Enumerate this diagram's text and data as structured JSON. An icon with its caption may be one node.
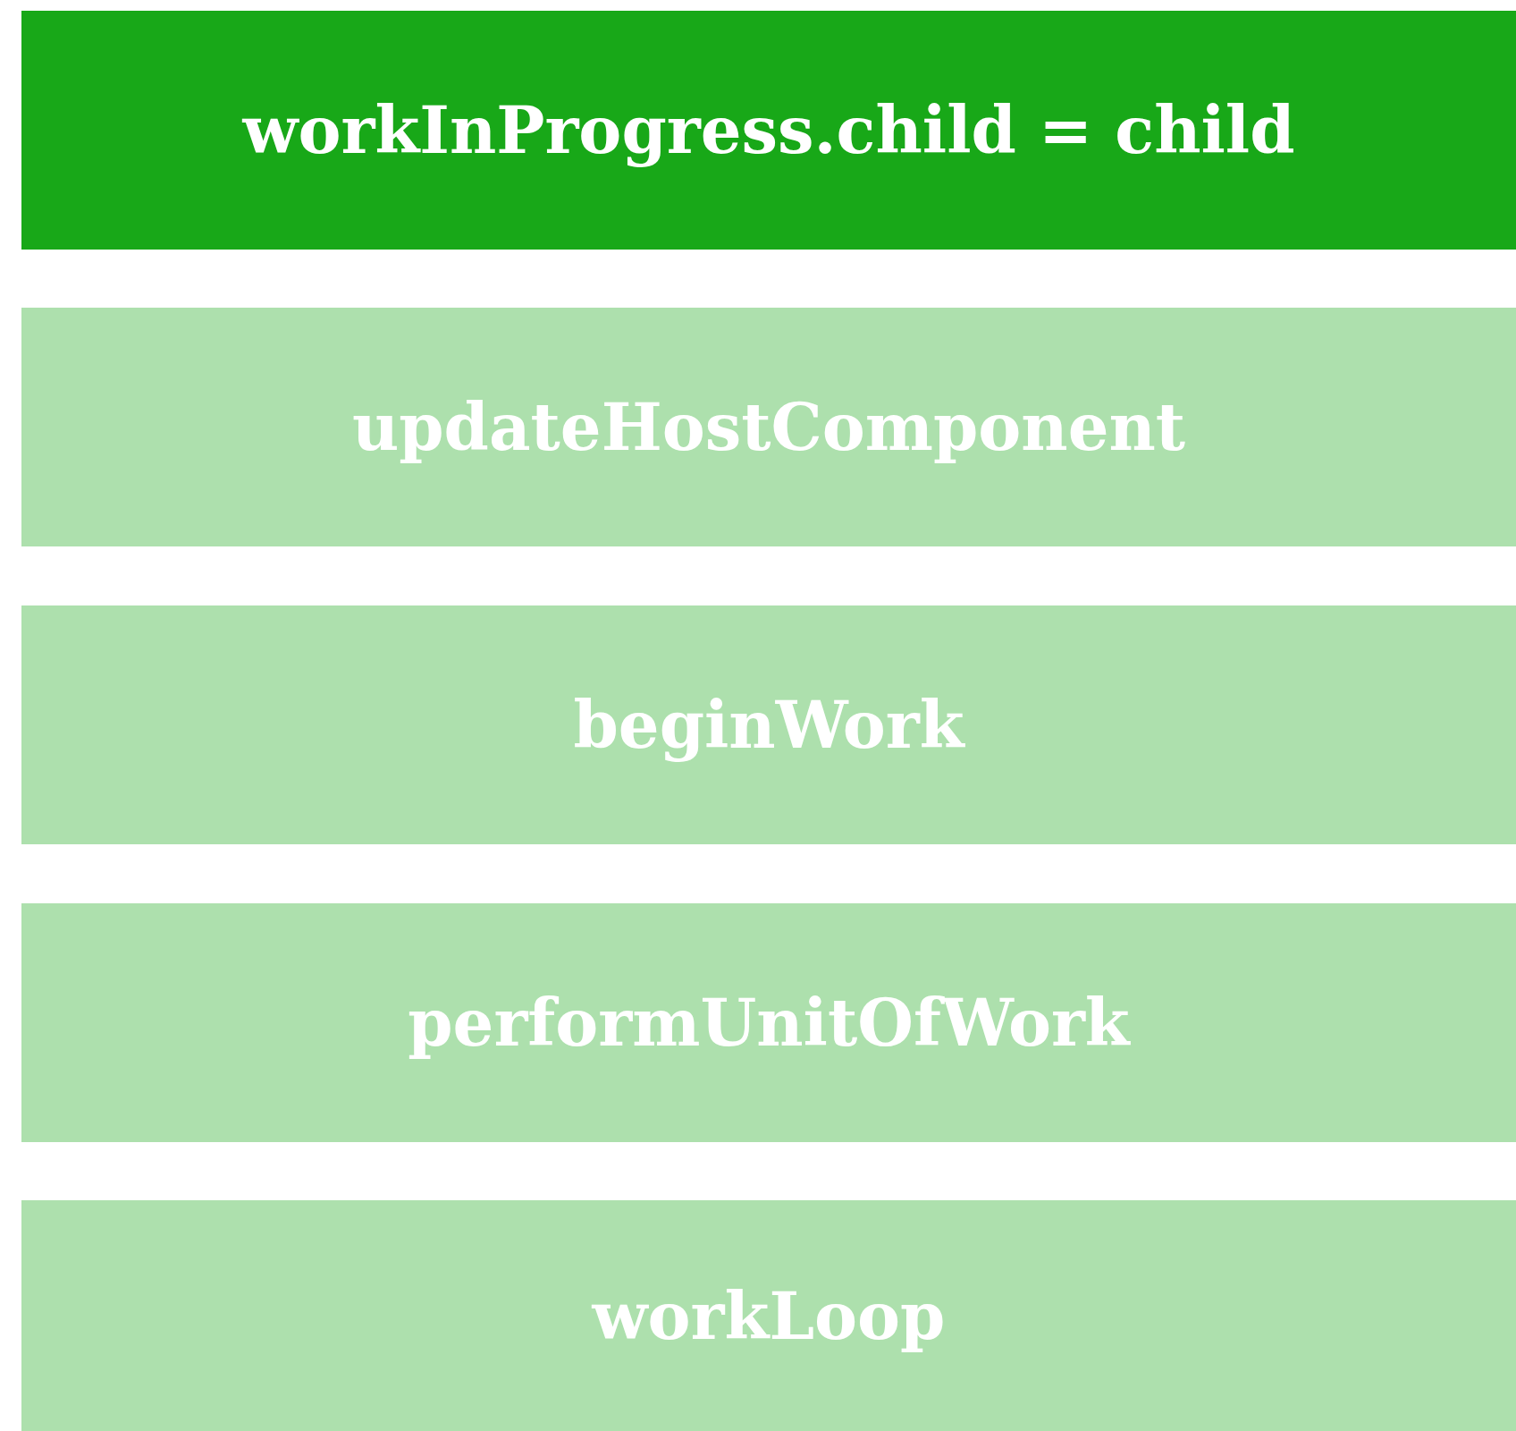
{
  "diagram": {
    "nodes": [
      {
        "text": [
          "workInProgress.child = child"
        ]
      },
      {
        "text": [
          "updateHostComponent"
        ]
      },
      {
        "text": [
          "beginWork"
        ]
      },
      {
        "text": [
          "performUnitOfWork"
        ]
      },
      {
        "text": [
          "workLoop"
        ]
      }
    ]
  }
}
